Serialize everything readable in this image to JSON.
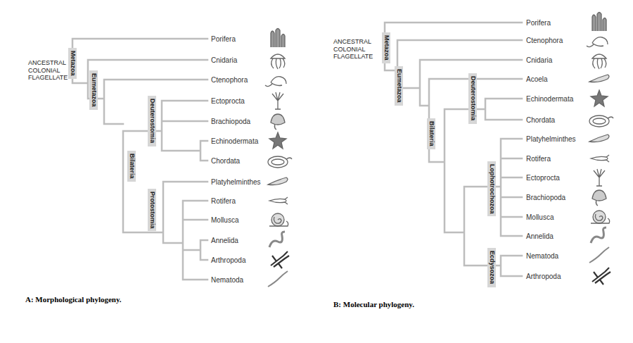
{
  "diagram": {
    "nodes": [
      {
        "text": [
          "Metazoa"
        ]
      },
      {
        "text": [
          "Eumetazoa"
        ]
      },
      {
        "text": [
          "Deuterostomia"
        ]
      },
      {
        "text": [
          "Bilateria"
        ]
      },
      {
        "text": [
          "Protostomia"
        ]
      },
      {
        "text": [
          "Metazoa"
        ]
      },
      {
        "text": [
          "Eumetazoa"
        ]
      },
      {
        "text": [
          "Bilateria"
        ]
      },
      {
        "text": [
          "Deuterostomia"
        ]
      },
      {
        "text": [
          "Lophotrochozoa"
        ]
      },
      {
        "text": [
          "Ecdysozoa"
        ]
      }
    ],
    "labels": [
      "ANCESTRAL COLONIAL FLAGELLATE",
      "Porifera",
      "Cnidaria",
      "Ctenophora",
      "Ectoprocta",
      "Brachiopoda",
      "Echinodermata",
      "Chordata",
      "Platyhelminthes",
      "Rotifera",
      "Mollusca",
      "Annelida",
      "Arthropoda",
      "Nematoda",
      "A: Morphological phylogeny.",
      "ANCESTRAL COLONIAL FLAGELLATE",
      "Porifera",
      "Ctenophora",
      "Cnidaria",
      "Acoela",
      "Echinodermata",
      "Chordata",
      "Platyhelminthes",
      "Rotifera",
      "Ectoprocta",
      "Brachiopoda",
      "Mollusca",
      "Annelida",
      "Nematoda",
      "Arthropoda",
      "B: Molecular phylogeny."
    ]
  }
}
